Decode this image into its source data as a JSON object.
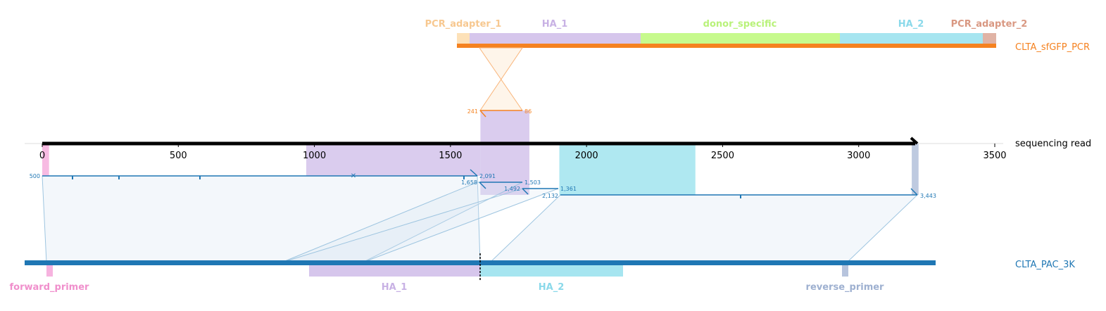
{
  "colors": {
    "read": "#000000",
    "pcr": "#f58220",
    "ref": "#1f77b4",
    "ha": "#d6c6ec",
    "ha2": "#a6e5f0",
    "donor": "#c7fa8d",
    "adapter1": "#fde1b8",
    "adapter2": "#e0b3a5",
    "fwd": "#f6b3df",
    "rev": "#b7c4dd"
  },
  "tracks": {
    "pcr_label": "CLTA_sfGFP_PCR",
    "read_label": "sequencing read",
    "ref_label": "CLTA_PAC_3K"
  },
  "pcr_features": [
    {
      "name": "PCR_adapter_1",
      "color": "#fdd9a6",
      "text_color": "#f7c890"
    },
    {
      "name": "HA_1",
      "color": "#d6c6ec",
      "text_color": "#c8b1e4"
    },
    {
      "name": "donor_specific",
      "color": "#c7fa8d",
      "text_color": "#b9f27a"
    },
    {
      "name": "HA_2",
      "color": "#a6e5f0",
      "text_color": "#8ad9ea"
    },
    {
      "name": "PCR_adapter_2",
      "color": "#e0b3a5",
      "text_color": "#d99882"
    }
  ],
  "ref_features": [
    {
      "name": "forward_primer",
      "color": "#f6b3df",
      "text_color": "#f08fcc"
    },
    {
      "name": "HA_1",
      "color": "#d6c6ec",
      "text_color": "#c8b1e4"
    },
    {
      "name": "HA_2",
      "color": "#a6e5f0",
      "text_color": "#8ad9ea"
    },
    {
      "name": "reverse_primer",
      "color": "#b7c4dd",
      "text_color": "#9eb0d0"
    }
  ],
  "axis": {
    "range": [
      0,
      3500
    ],
    "ticks": [
      {
        "value": 0,
        "label": "0"
      },
      {
        "value": 500,
        "label": "500"
      },
      {
        "value": 1000,
        "label": "1000"
      },
      {
        "value": 1500,
        "label": "1500"
      },
      {
        "value": 2000,
        "label": "2000"
      },
      {
        "value": 2500,
        "label": "2500"
      },
      {
        "value": 3000,
        "label": "3000"
      },
      {
        "value": 3500,
        "label": "3500"
      }
    ]
  },
  "pcr_alignment": {
    "read_start": 1610,
    "read_end": 1767,
    "label_left": "241",
    "label_right": "86"
  },
  "ref_alignments": [
    {
      "read_start": 0,
      "read_end": 1610,
      "label_left": "500",
      "label_right": "2,091"
    },
    {
      "read_start": 1610,
      "read_end": 1767,
      "label_left": "1,658",
      "label_right": "1,503"
    },
    {
      "read_start": 1767,
      "read_end": 1890,
      "label_left": "1,492",
      "label_right": "1,361"
    },
    {
      "read_start": 1890,
      "read_end": 3220,
      "label_left": "2,132",
      "label_right": "3,443"
    }
  ],
  "read_segments": [
    {
      "name": "HA_1",
      "start": 970,
      "end": 1610,
      "color": "#d6c6ec"
    },
    {
      "name": "HA_1",
      "start": 1610,
      "end": 1790,
      "color": "#d6c6ec"
    },
    {
      "name": "HA_2",
      "start": 1900,
      "end": 2400,
      "color": "#a6e5f0"
    },
    {
      "name": "forward_primer",
      "start": 0,
      "end": 25,
      "color": "#f6b3df"
    },
    {
      "name": "reverse_primer",
      "start": 3195,
      "end": 3220,
      "color": "#b7c4dd"
    }
  ]
}
